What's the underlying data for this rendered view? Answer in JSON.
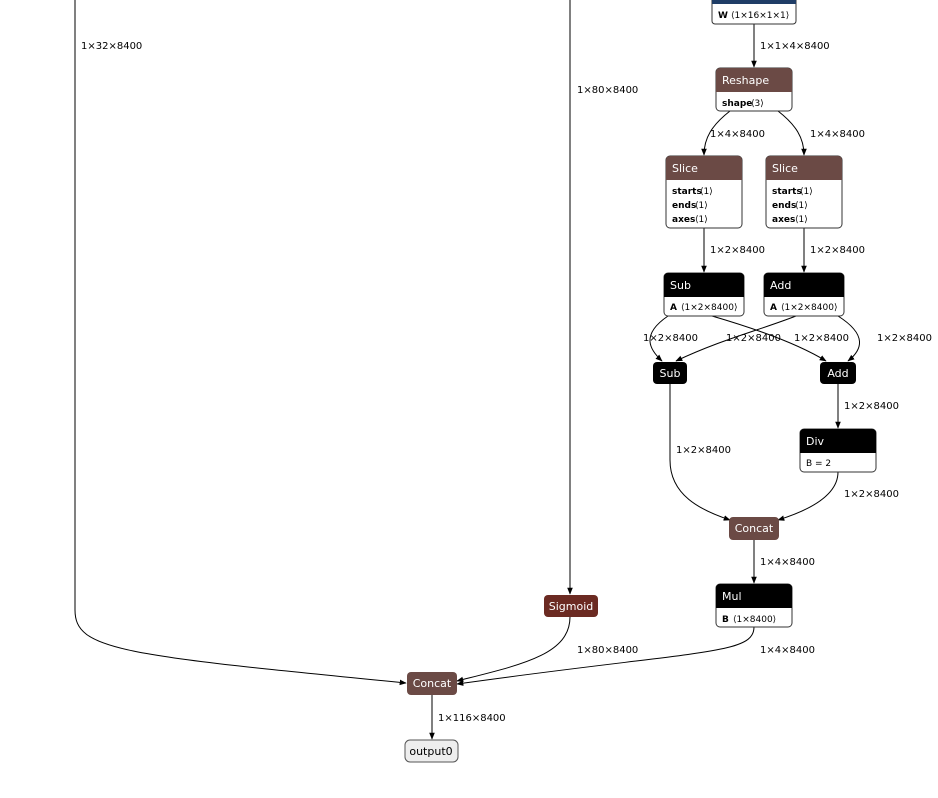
{
  "colors": {
    "shape_op": "#6b4a45",
    "math_op": "#000000",
    "activation": "#6b2a22",
    "output": "#eeeeee",
    "conv_header": "#1f3d66"
  },
  "nodes": {
    "conv_partial": {
      "attr_key": "W",
      "attr_val": "⟨1×16×1×1⟩"
    },
    "reshape": {
      "title": "Reshape",
      "attr_key": "shape",
      "attr_val": "⟨3⟩"
    },
    "slice_left": {
      "title": "Slice",
      "attrs": [
        {
          "k": "starts",
          "v": "⟨1⟩"
        },
        {
          "k": "ends",
          "v": "⟨1⟩"
        },
        {
          "k": "axes",
          "v": "⟨1⟩"
        }
      ]
    },
    "slice_right": {
      "title": "Slice",
      "attrs": [
        {
          "k": "starts",
          "v": "⟨1⟩"
        },
        {
          "k": "ends",
          "v": "⟨1⟩"
        },
        {
          "k": "axes",
          "v": "⟨1⟩"
        }
      ]
    },
    "sub_top": {
      "title": "Sub",
      "attr_key": "A",
      "attr_val": "⟨1×2×8400⟩"
    },
    "add_top": {
      "title": "Add",
      "attr_key": "A",
      "attr_val": "⟨1×2×8400⟩"
    },
    "sub_bottom": {
      "title": "Sub"
    },
    "add_bottom": {
      "title": "Add"
    },
    "div": {
      "title": "Div",
      "attr_text": "B = 2"
    },
    "concat_right": {
      "title": "Concat"
    },
    "mul": {
      "title": "Mul",
      "attr_key": "B",
      "attr_val": "⟨1×8400⟩"
    },
    "sigmoid": {
      "title": "Sigmoid"
    },
    "concat_final": {
      "title": "Concat"
    },
    "output": {
      "title": "output0"
    }
  },
  "edge_labels": {
    "left_branch": "1×32×8400",
    "middle_branch": "1×80×8400",
    "conv_to_reshape": "1×1×4×8400",
    "reshape_to_slice_left": "1×4×8400",
    "reshape_to_slice_right": "1×4×8400",
    "slice_left_to_sub": "1×2×8400",
    "slice_right_to_add": "1×2×8400",
    "sub_to_sub": "1×2×8400",
    "add_to_sub": "1×2×8400",
    "sub_to_add": "1×2×8400",
    "add_to_add": "1×2×8400",
    "add_to_div": "1×2×8400",
    "sub_to_concat": "1×2×8400",
    "div_to_concat": "1×2×8400",
    "concat_to_mul": "1×4×8400",
    "sigmoid_to_concat": "1×80×8400",
    "mul_to_concat": "1×4×8400",
    "concat_to_output": "1×116×8400"
  }
}
